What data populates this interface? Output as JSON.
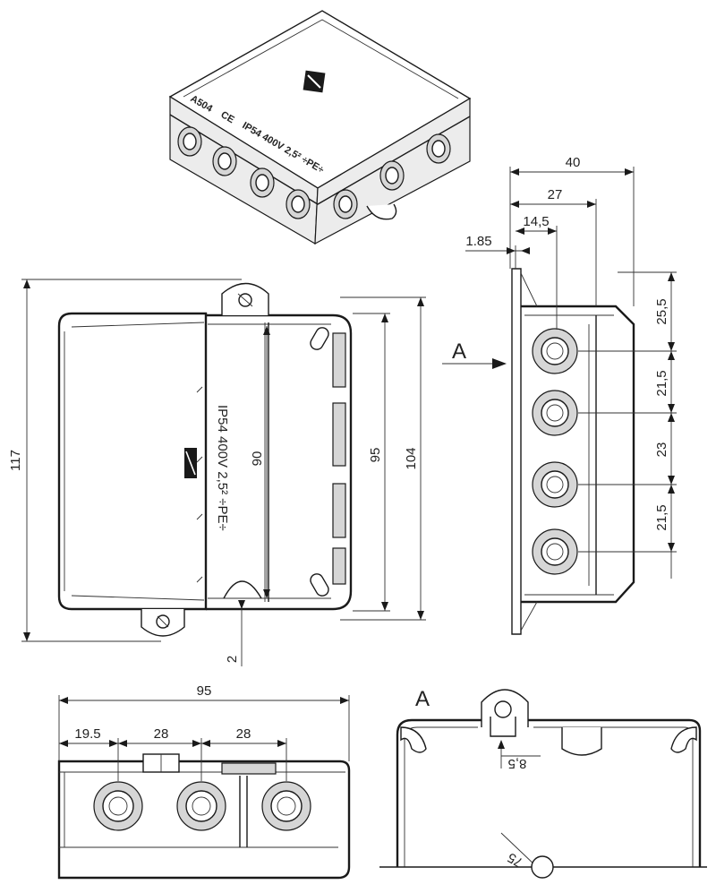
{
  "iso_labels": {
    "model": "A504",
    "ce": "CE",
    "rating": "IP54 400V 2,5² ÷PE÷"
  },
  "top_view": {
    "dim_overall_height": "117",
    "dim_inner_height": "104",
    "dim_body_height": "95",
    "dim_cavity_height": "90",
    "dim_gap": "2",
    "lid_label": "IP54 400V 2,5² ÷PE÷",
    "view_arrow_label": "A"
  },
  "side_view": {
    "dim_width": "40",
    "dim_27": "27",
    "dim_14_5": "14,5",
    "dim_1_85": "1.85",
    "dim_25_5": "25,5",
    "dim_21_5_a": "21,5",
    "dim_23": "23",
    "dim_21_5_b": "21,5"
  },
  "front_view": {
    "dim_width": "95",
    "dim_19_5": "19.5",
    "dim_28_a": "28",
    "dim_28_b": "28"
  },
  "detail_view": {
    "title": "A",
    "dim_8_5": "8,5",
    "dim_75": "75"
  }
}
